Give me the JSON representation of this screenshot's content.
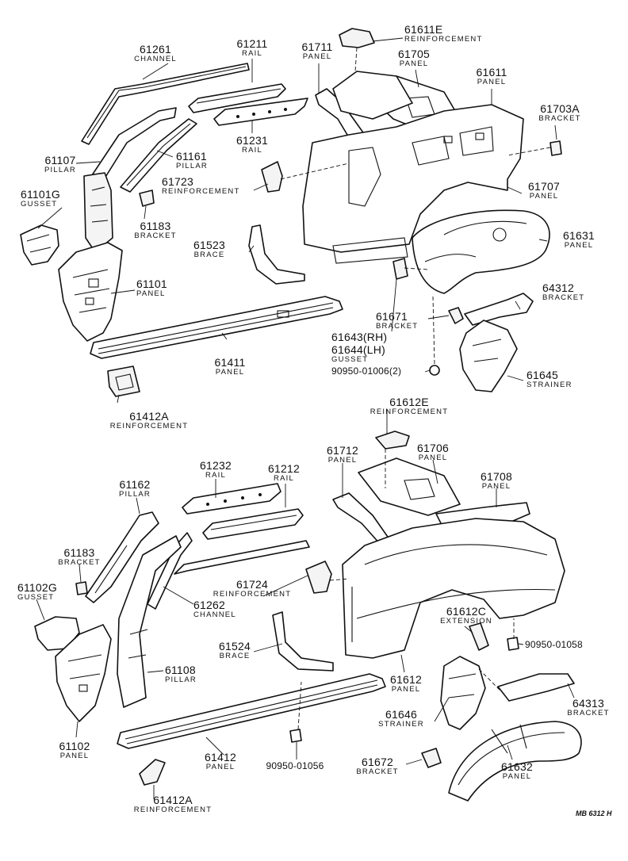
{
  "labels": {
    "l61261": {
      "number": "61261",
      "desc": "CHANNEL"
    },
    "l61211": {
      "number": "61211",
      "desc": "RAIL"
    },
    "l61711": {
      "number": "61711",
      "desc": "PANEL"
    },
    "l61611E": {
      "number": "61611E",
      "desc": "REINFORCEMENT"
    },
    "l61705": {
      "number": "61705",
      "desc": "PANEL"
    },
    "l61611": {
      "number": "61611",
      "desc": "PANEL"
    },
    "l61703A": {
      "number": "61703A",
      "desc": "BRACKET"
    },
    "l61231": {
      "number": "61231",
      "desc": "RAIL"
    },
    "l61107": {
      "number": "61107",
      "desc": "PILLAR"
    },
    "l61161": {
      "number": "61161",
      "desc": "PILLAR"
    },
    "l61723": {
      "number": "61723",
      "desc": "REINFORCEMENT"
    },
    "l61101G": {
      "number": "61101G",
      "desc": "GUSSET"
    },
    "l61183a": {
      "number": "61183",
      "desc": "BRACKET"
    },
    "l61707": {
      "number": "61707",
      "desc": "PANEL"
    },
    "l61631": {
      "number": "61631",
      "desc": "PANEL"
    },
    "l61523": {
      "number": "61523",
      "desc": "BRACE"
    },
    "l61101": {
      "number": "61101",
      "desc": "PANEL"
    },
    "l64312": {
      "number": "64312",
      "desc": "BRACKET"
    },
    "l61671": {
      "number": "61671",
      "desc": "BRACKET"
    },
    "l61643": {
      "number": "61643(RH)",
      "desc": ""
    },
    "l61644": {
      "number": "61644(LH)",
      "desc": "GUSSET"
    },
    "l61411": {
      "number": "61411",
      "desc": "PANEL"
    },
    "l90950_01006": {
      "number": "90950-01006(2)",
      "desc": ""
    },
    "l61645": {
      "number": "61645",
      "desc": "STRAINER"
    },
    "l61412Aa": {
      "number": "61412A",
      "desc": "REINFORCEMENT"
    },
    "l61612E": {
      "number": "61612E",
      "desc": "REINFORCEMENT"
    },
    "l61712": {
      "number": "61712",
      "desc": "PANEL"
    },
    "l61706": {
      "number": "61706",
      "desc": "PANEL"
    },
    "l61708": {
      "number": "61708",
      "desc": "PANEL"
    },
    "l61232": {
      "number": "61232",
      "desc": "RAIL"
    },
    "l61212": {
      "number": "61212",
      "desc": "RAIL"
    },
    "l61162": {
      "number": "61162",
      "desc": "PILLAR"
    },
    "l61183b": {
      "number": "61183",
      "desc": "BRACKET"
    },
    "l61102G": {
      "number": "61102G",
      "desc": "GUSSET"
    },
    "l61724": {
      "number": "61724",
      "desc": "REINFORCEMENT"
    },
    "l61262": {
      "number": "61262",
      "desc": "CHANNEL"
    },
    "l61612C": {
      "number": "61612C",
      "desc": "EXTENSION"
    },
    "l90950_01058": {
      "number": "90950-01058",
      "desc": ""
    },
    "l61524": {
      "number": "61524",
      "desc": "BRACE"
    },
    "l61108": {
      "number": "61108",
      "desc": "PILLAR"
    },
    "l61612": {
      "number": "61612",
      "desc": "PANEL"
    },
    "l61646": {
      "number": "61646",
      "desc": "STRAINER"
    },
    "l64313": {
      "number": "64313",
      "desc": "BRACKET"
    },
    "l61102": {
      "number": "61102",
      "desc": "PANEL"
    },
    "l61412": {
      "number": "61412",
      "desc": "PANEL"
    },
    "l90950_01056": {
      "number": "90950-01056",
      "desc": ""
    },
    "l61672": {
      "number": "61672",
      "desc": "BRACKET"
    },
    "l61632": {
      "number": "61632",
      "desc": "PANEL"
    },
    "l61412Ab": {
      "number": "61412A",
      "desc": "REINFORCEMENT"
    }
  },
  "footer": {
    "code": "MB 6312 H"
  }
}
